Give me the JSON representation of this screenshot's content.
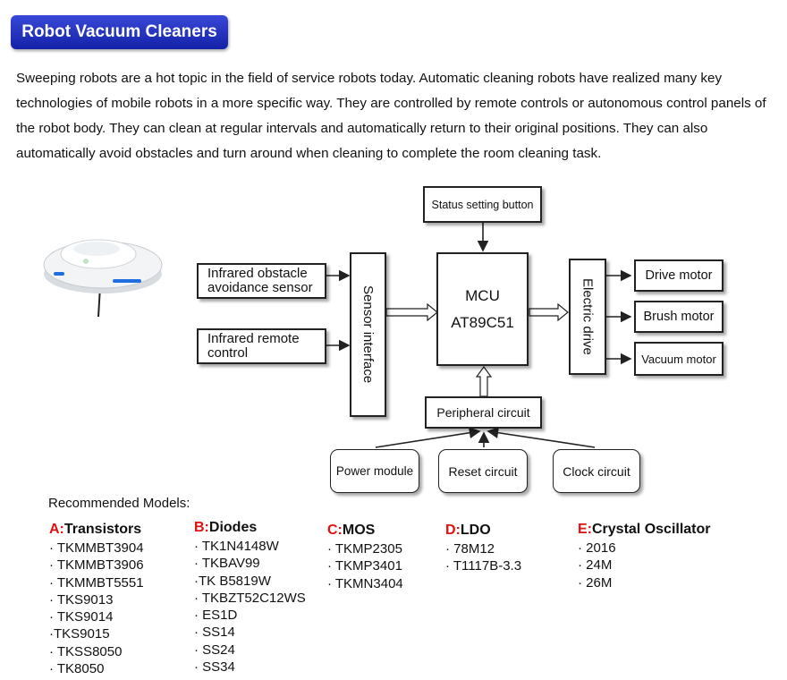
{
  "header": {
    "title": "Robot Vacuum Cleaners"
  },
  "intro": {
    "text": "Sweeping robots are a hot topic in the field of service robots today. Automatic cleaning robots have realized many key technologies of mobile robots in a more specific way. They are controlled by remote controls or autonomous control panels of the robot body. They can clean at regular intervals and automatically return to their original positions. They can also automatically avoid obstacles and turn around when cleaning to complete the room cleaning task."
  },
  "diagram": {
    "status_button": "Status setting button",
    "ir_obstacle_line1": "Infrared obstacle",
    "ir_obstacle_line2": "avoidance sensor",
    "ir_remote_line1": "Infrared remote",
    "ir_remote_line2": "control",
    "sensor_interface": "Sensor interface",
    "mcu_line1": "MCU",
    "mcu_line2": "AT89C51",
    "electric_drive": "Electric drive",
    "drive_motor": "Drive motor",
    "brush_motor": "Brush motor",
    "vacuum_motor": "Vacuum motor",
    "peripheral": "Peripheral circuit",
    "power_module": "Power module",
    "reset_circuit": "Reset circuit",
    "clock_circuit": "Clock circuit"
  },
  "models": {
    "heading": "Recommended Models:",
    "columns": [
      {
        "letter": "A:",
        "name": "Transistors",
        "items": [
          "· TKMMBT3904",
          "· TKMMBT3906",
          "· TKMMBT5551",
          "· TKS9013",
          "· TKS9014",
          "·TKS9015",
          "· TKSS8050",
          "· TK8050"
        ]
      },
      {
        "letter": "B:",
        "name": "Diodes",
        "items": [
          "· TK1N4148W",
          "· TKBAV99",
          "·TK B5819W",
          "· TKBZT52C12WS",
          "· ES1D",
          "· SS14",
          "· SS24",
          "· SS34"
        ]
      },
      {
        "letter": "C:",
        "name": "MOS",
        "items": [
          "· TKMP2305",
          "· TKMP3401",
          "· TKMN3404"
        ]
      },
      {
        "letter": "D:",
        "name": "LDO",
        "items": [
          "· 78M12",
          "· T1117B-3.3"
        ]
      },
      {
        "letter": "E:",
        "name": "Crystal Oscillator",
        "items": [
          "· 2016",
          "· 24M",
          "· 26M"
        ]
      }
    ]
  },
  "colors": {
    "title_badge": "#1e2cc0",
    "letter_accent": "#e01010"
  }
}
